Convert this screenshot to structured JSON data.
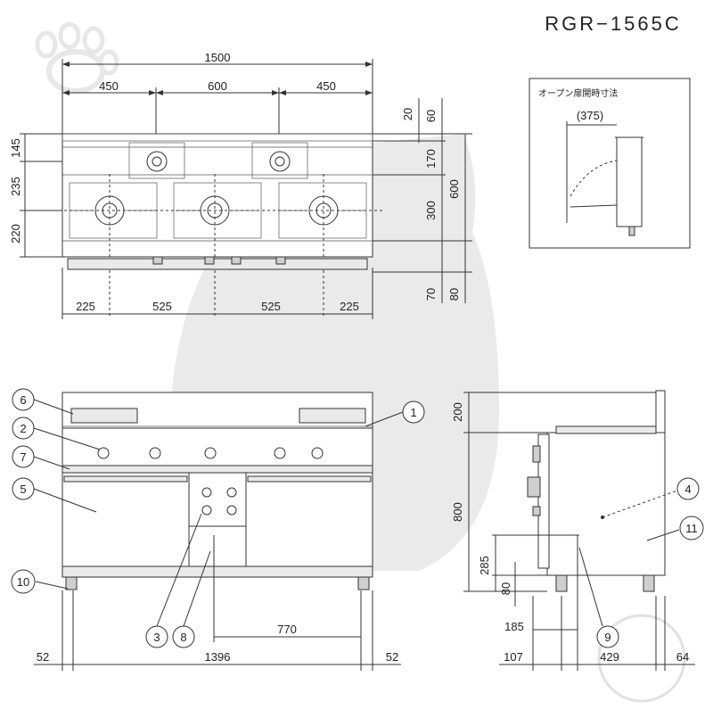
{
  "model": "RGR−1565C",
  "oven_door_label": "オープン扉開時寸法",
  "oven_door_dim": "(375)",
  "top_dims": {
    "total_width": "1500",
    "seg_left": "450",
    "seg_mid": "600",
    "seg_right": "450",
    "burner_225_left": "225",
    "burner_525_left": "525",
    "burner_525_right": "525",
    "burner_225_right": "225"
  },
  "left_dims": {
    "d145": "145",
    "d235": "235",
    "d220": "220"
  },
  "right_dims": {
    "d20": "20",
    "d60": "60",
    "d170": "170",
    "d300": "300",
    "d600": "600",
    "d70": "70",
    "d80": "80"
  },
  "front_dims": {
    "d52_left": "52",
    "d1396": "1396",
    "d52_right": "52",
    "d770": "770"
  },
  "side_dims": {
    "d200": "200",
    "d800": "800",
    "d285": "285",
    "d80": "80",
    "d185": "185",
    "d107": "107",
    "d429": "429",
    "d64": "64"
  },
  "callouts": [
    "1",
    "2",
    "3",
    "4",
    "5",
    "6",
    "7",
    "8",
    "9",
    "10",
    "11"
  ]
}
